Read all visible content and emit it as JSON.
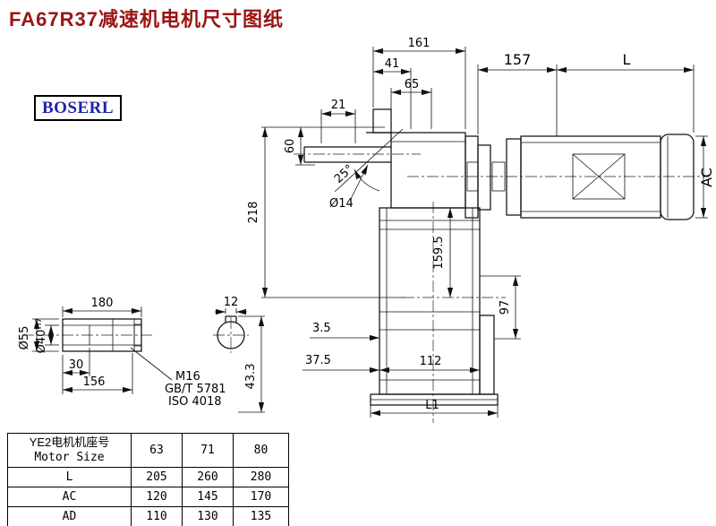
{
  "page": {
    "title": "FA67R37减速机电机尺寸图纸",
    "brand": "BOSERL"
  },
  "dims": {
    "d161": "161",
    "d41": "41",
    "d65": "65",
    "d21": "21",
    "d60": "60",
    "d218": "218",
    "dia14": "Ø14",
    "angle": "25°",
    "d157": "157",
    "L": "L",
    "AC": "AC",
    "d159_5": "159.5",
    "d97": "97",
    "d3_5": "3.5",
    "d37_5": "37.5",
    "d112": "112",
    "L1": "L1",
    "d180": "180",
    "d12": "12",
    "dia55": "Ø55",
    "dia40": "Ø40",
    "dia40_tol": "H7",
    "d30": "30",
    "d156": "156",
    "d43_3": "43.3",
    "m16": "M16",
    "gbt": "GB/T 5781",
    "iso": "ISO 4018"
  },
  "table": {
    "header_cn": "YE2电机机座号",
    "header_en": "Motor Size",
    "sizes": [
      "63",
      "71",
      "80"
    ],
    "rows": [
      {
        "label": "L",
        "values": [
          "205",
          "260",
          "280"
        ]
      },
      {
        "label": "AC",
        "values": [
          "120",
          "145",
          "170"
        ]
      },
      {
        "label": "AD",
        "values": [
          "110",
          "130",
          "135"
        ]
      }
    ]
  }
}
